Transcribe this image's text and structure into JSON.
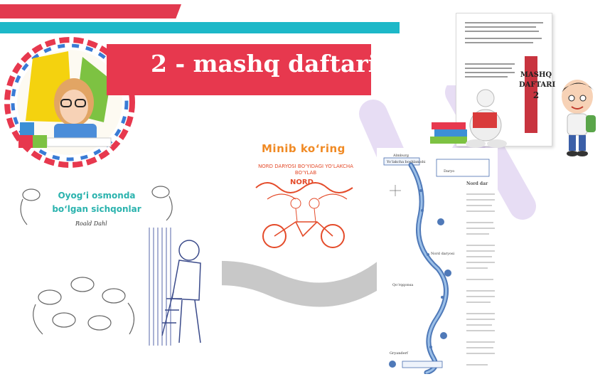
{
  "banner": {
    "title": "2 - mashq daftari"
  },
  "cover": {
    "title_line1": "MASHQ",
    "title_line2": "DAFTARI",
    "title_line3": "2"
  },
  "story": {
    "title_line1": "Oyog‘i osmonda",
    "title_line2": "bo‘lgan sichqonlar",
    "author": "Roald Dahl"
  },
  "minib": {
    "title": "Minib ko‘ring",
    "subtitle": "NORD DARYOSI BO‘YIDAGI YO‘LAKCHA BO‘YLAB",
    "nord": "NORD"
  },
  "map": {
    "labels": [
      "Almburg",
      "Yo‘lakcha boshlanishi",
      "Nord daryosi",
      "Daryo",
      "Gryanderf",
      "Qo‘rqqonsa"
    ],
    "col_heading": "Nord dar"
  },
  "colors": {
    "accent_red": "#e7384e",
    "teal": "#1db8c8",
    "watermark": "#d9cde8"
  }
}
